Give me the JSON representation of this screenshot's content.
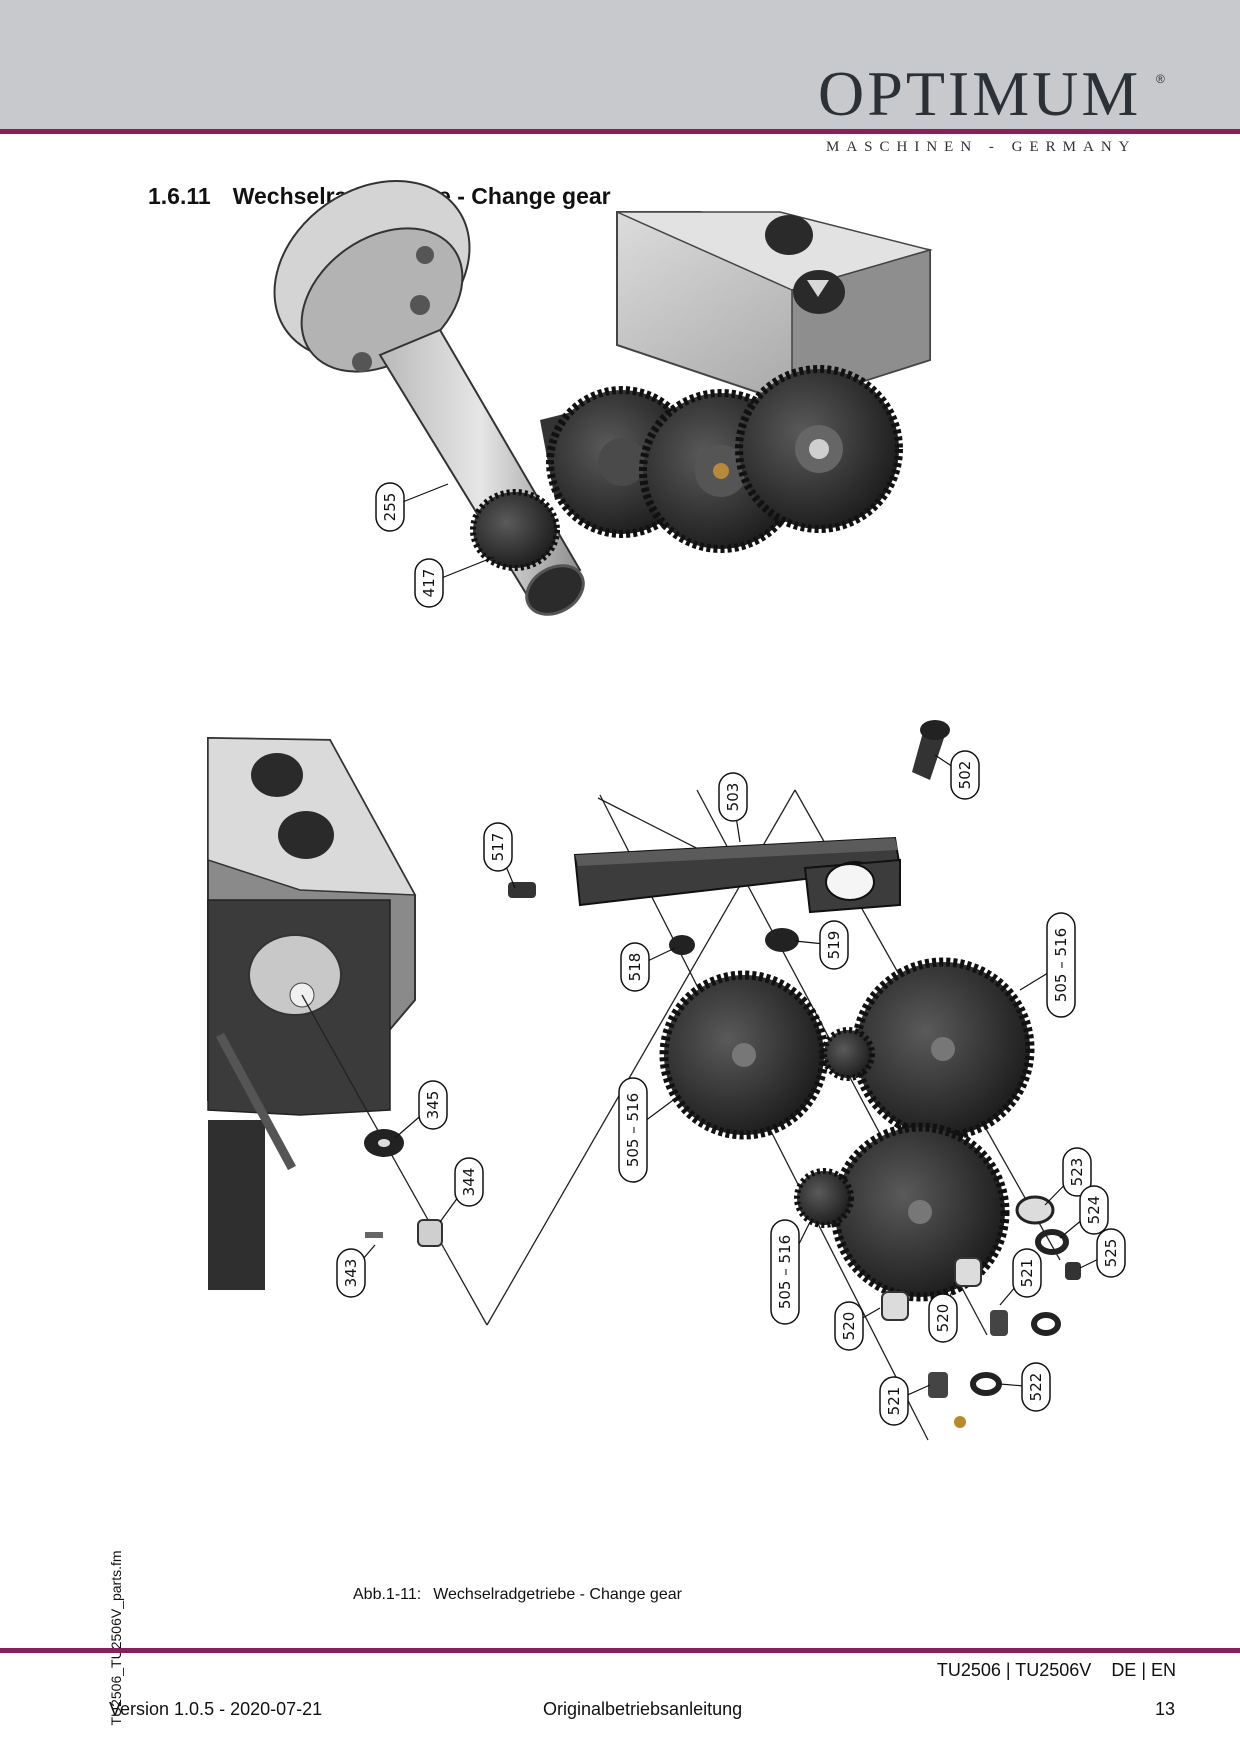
{
  "header": {
    "logo_word": "OPTIMUM",
    "logo_reg": "®",
    "logo_sub": "MASCHINEN - GERMANY",
    "band_color": "#c7c9cc",
    "rule_color": "#8c1f5a"
  },
  "section": {
    "number": "1.6.11",
    "title": "Wechselradgetriebe - Change gear"
  },
  "figure": {
    "callouts": [
      "255",
      "417",
      "502",
      "503",
      "517",
      "518",
      "519",
      "505 – 516",
      "345",
      "344",
      "343",
      "505 – 516",
      "505 – 516",
      "523",
      "524",
      "525",
      "521",
      "520",
      "520",
      "521",
      "522"
    ]
  },
  "caption": {
    "label": "Abb.1-11:",
    "text": "Wechselradgetriebe - Change gear"
  },
  "side_label": "TU2506_TU2506V_parts.fm",
  "footer": {
    "model": "TU2506 | TU2506V",
    "lang": "DE | EN",
    "version": "Version 1.0.5 - 2020-07-21",
    "manual": "Originalbetriebsanleitung",
    "page": "13"
  }
}
